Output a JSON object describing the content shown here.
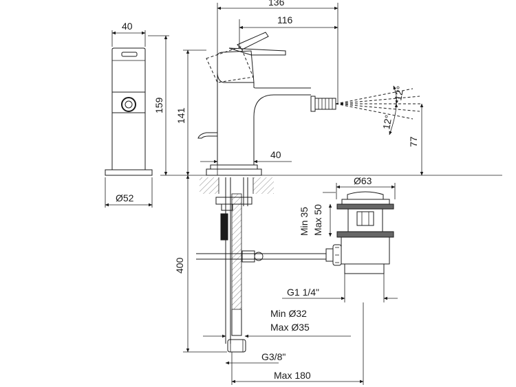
{
  "dimensions": {
    "d_136": "136",
    "d_116": "116",
    "d_40_top": "40",
    "d_159": "159",
    "d_141": "141",
    "d_40_base": "40",
    "d_12_top": "12°",
    "d_12_bottom": "12°",
    "d_77": "77",
    "d_52": "Ø52",
    "d_63": "Ø63",
    "min_35": "Min 35",
    "max_50": "Max 50",
    "g_114": "G1 1/4\"",
    "d_400": "400",
    "min_32": "Min Ø32",
    "max_35": "Max Ø35",
    "g_38": "G3/8\"",
    "max_180": "Max 180"
  }
}
